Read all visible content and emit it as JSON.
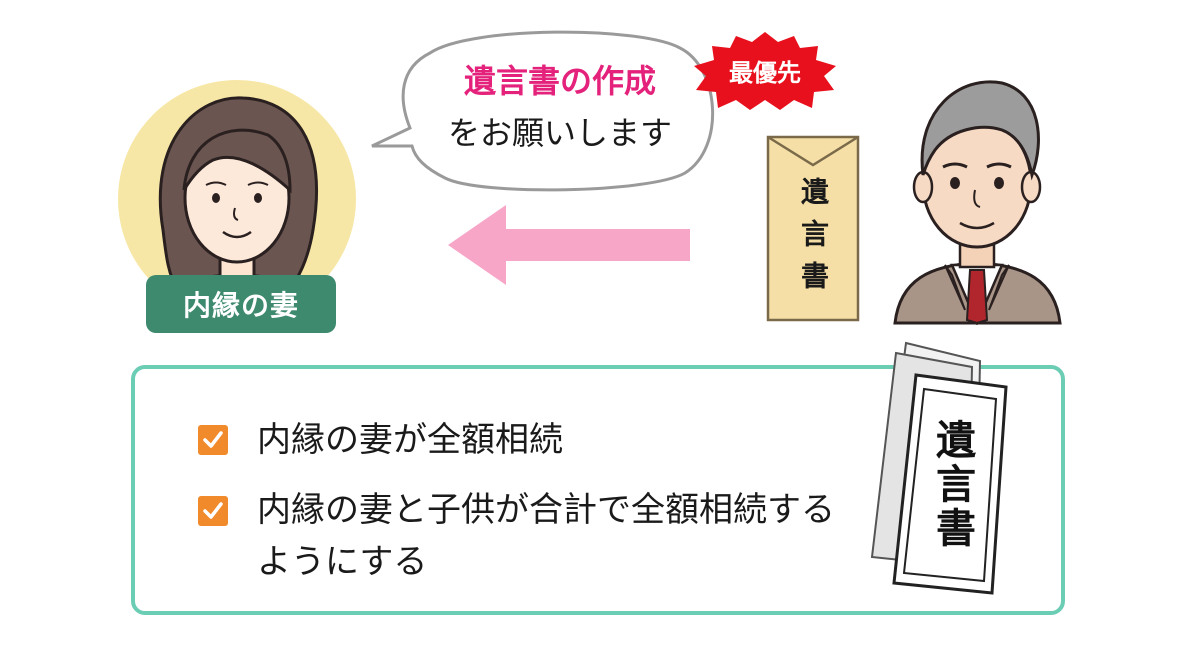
{
  "woman": {
    "label": "内縁の妻"
  },
  "bubble": {
    "line1": "遺言書の作成",
    "line2": "をお願いします"
  },
  "priority_badge": "最優先",
  "envelope_label": "遺言書",
  "document_label": "遺言書",
  "list_items": [
    "内縁の妻が全額相続",
    "内縁の妻と子供が合計で全額相続するようにする"
  ],
  "colors": {
    "accent_pink": "#e4217b",
    "arrow_pink": "#f7a6c8",
    "label_green": "#3d8a6e",
    "box_border": "#6ccdb5",
    "check_orange": "#f08a2a",
    "badge_red": "#e8101c",
    "envelope_tan": "#f5dfa6"
  },
  "icons": [
    "woman-illustration",
    "man-illustration",
    "arrow-left-icon",
    "check-icon",
    "envelope-icon",
    "document-icon",
    "starburst-badge"
  ]
}
